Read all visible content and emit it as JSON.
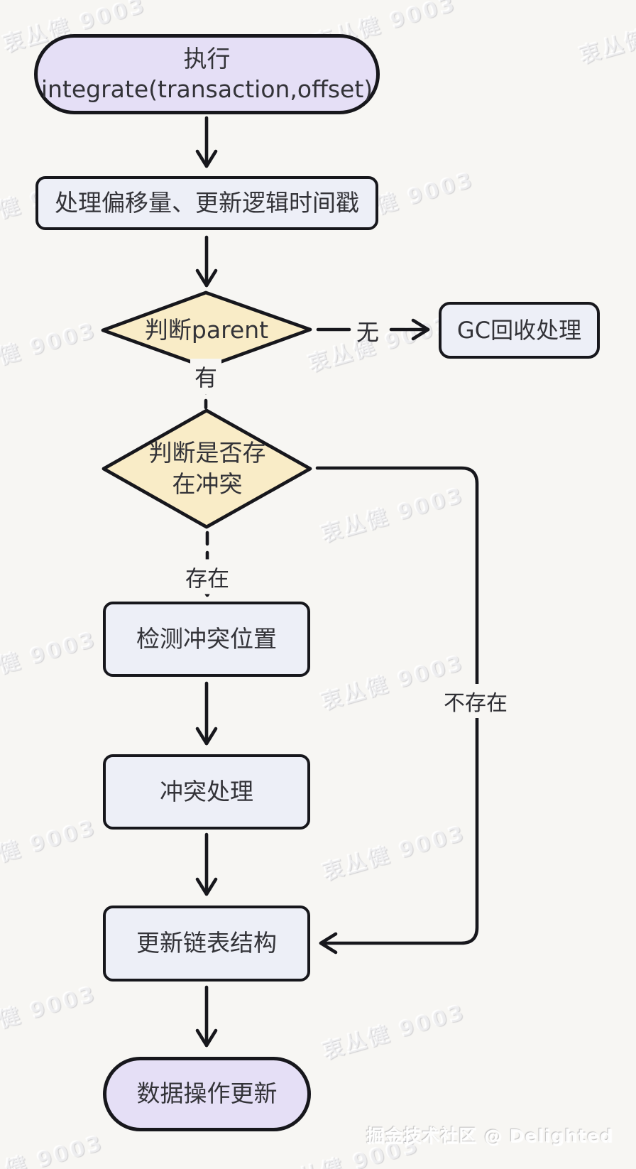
{
  "page": {
    "background": "#f7f6f3",
    "watermark_text": "衷丛健 9003",
    "footer_credit": "掘金技术社区 @ Delighted"
  },
  "colors": {
    "terminator_fill": "#e5dff6",
    "process_fill": "#edeff7",
    "decision_fill": "#f9ecc7",
    "stroke": "#17171c",
    "text": "#333338"
  },
  "nodes": {
    "start": {
      "shape": "terminator",
      "line1": "执行",
      "line2": "integrate(transaction,offset)"
    },
    "process_offsets": {
      "shape": "process",
      "label": "处理偏移量、更新逻辑时间戳"
    },
    "judge_parent": {
      "shape": "decision",
      "label": "判断parent"
    },
    "gc_recycle": {
      "shape": "process",
      "label": "GC回收处理"
    },
    "judge_conflict": {
      "shape": "decision",
      "line1": "判断是否存",
      "line2": "在冲突"
    },
    "detect_conflict": {
      "shape": "process",
      "label": "检测冲突位置"
    },
    "conflict_handle": {
      "shape": "process",
      "label": "冲突处理"
    },
    "update_linked_list": {
      "shape": "process",
      "label": "更新链表结构"
    },
    "end": {
      "shape": "terminator",
      "label": "数据操作更新"
    }
  },
  "edge_labels": {
    "no": "无",
    "yes": "有",
    "exists": "存在",
    "not_exists": "不存在"
  }
}
